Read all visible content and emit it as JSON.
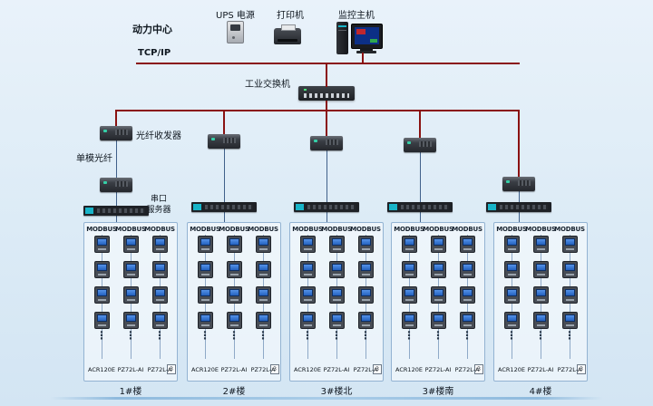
{
  "ui": {
    "ellipsis": "⋮"
  },
  "header": {
    "site": "动力中心",
    "ups": "UPS 电源",
    "printer": "打印机",
    "host": "监控主机",
    "network": "TCP/IP",
    "switch": "工业交换机"
  },
  "links": {
    "transceiver": "光纤收发器",
    "fiber": "单模光纤",
    "serial1": "串口",
    "serial2": "服务器"
  },
  "colors": {
    "network_line": "#8a1212",
    "fiber_line": "#40608a",
    "bus_line": "#8fa9c7"
  },
  "groups": [
    {
      "building": "1#楼",
      "buses": [
        "MODBUS",
        "MODBUS",
        "MODBUS"
      ],
      "meters": [
        "ACR120E",
        "PZ72L-AI",
        "PZ72L-A"
      ],
      "badge": "3"
    },
    {
      "building": "2#楼",
      "buses": [
        "MODBUS",
        "MODBUS",
        "MODBUS"
      ],
      "meters": [
        "ACR120E",
        "PZ72L-AI",
        "PZ72L-A"
      ],
      "badge": "3"
    },
    {
      "building": "3#楼北",
      "buses": [
        "MODBUS",
        "MODBUS",
        "MODBUS"
      ],
      "meters": [
        "ACR120E",
        "PZ72L-AI",
        "PZ72L-A"
      ],
      "badge": "3"
    },
    {
      "building": "3#楼南",
      "buses": [
        "MODBUS",
        "MODBUS",
        "MODBUS"
      ],
      "meters": [
        "ACR120E",
        "PZ72L-AI",
        "PZ72L-A"
      ],
      "badge": "3"
    },
    {
      "building": "4#楼",
      "buses": [
        "MODBUS",
        "MODBUS",
        "MODBUS"
      ],
      "meters": [
        "ACR120E",
        "PZ72L-AI",
        "PZ72L-A"
      ],
      "badge": "3"
    }
  ]
}
